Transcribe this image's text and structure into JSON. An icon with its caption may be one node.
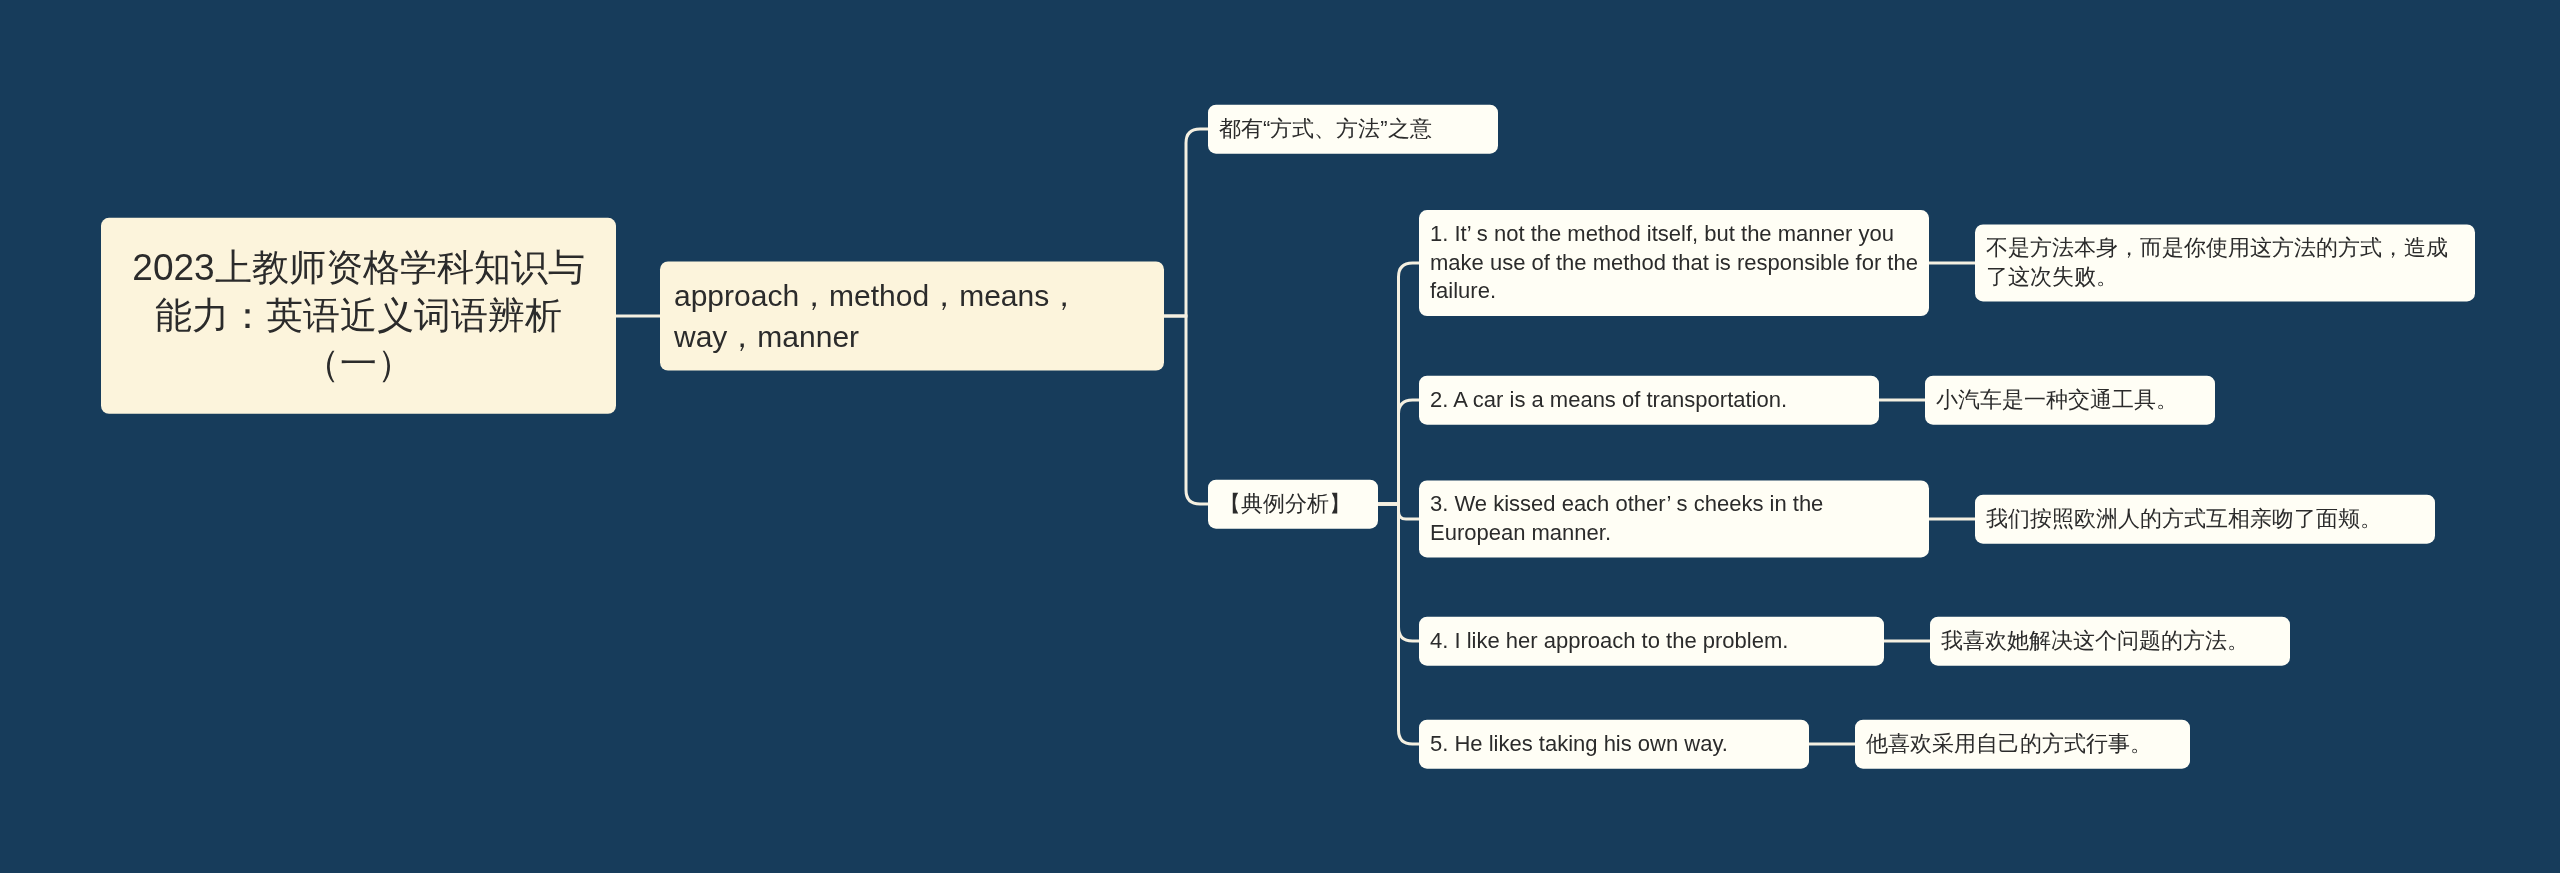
{
  "diagram": {
    "nodes": [
      {
        "text": [
          "2023上教师资格学科知识与能力：英语近义词语辨析（一）"
        ]
      },
      {
        "text": [
          "approach，method，means，way，manner"
        ]
      },
      {
        "text": [
          "都有“方式、方法”之意"
        ]
      },
      {
        "text": [
          "【典例分析】"
        ]
      },
      {
        "text": [
          "1. It’ s not the method itself, but the manner you make use of the method that is responsible for the failure."
        ]
      },
      {
        "text": [
          "不是方法本身，而是你使用这方法的方式，造成了这次失败。"
        ]
      },
      {
        "text": [
          "2. A car is a means of transportation."
        ]
      },
      {
        "text": [
          "小汽车是一种交通工具。"
        ]
      },
      {
        "text": [
          "3. We kissed each other’ s cheeks in the European manner."
        ]
      },
      {
        "text": [
          "我们按照欧洲人的方式互相亲吻了面颊。"
        ]
      },
      {
        "text": [
          "4. I like her approach to the problem."
        ]
      },
      {
        "text": [
          "我喜欢她解决这个问题的方法。"
        ]
      },
      {
        "text": [
          "5. He likes taking his own way."
        ]
      },
      {
        "text": [
          "他喜欢采用自己的方式行事。"
        ]
      }
    ],
    "edges": [
      {
        "from": 0,
        "to": 1,
        "arrow": "none"
      },
      {
        "from": 1,
        "to": 2,
        "arrow": "none"
      },
      {
        "from": 1,
        "to": 3,
        "arrow": "none"
      },
      {
        "from": 3,
        "to": 4,
        "arrow": "none"
      },
      {
        "from": 3,
        "to": 6,
        "arrow": "none"
      },
      {
        "from": 3,
        "to": 8,
        "arrow": "none"
      },
      {
        "from": 3,
        "to": 10,
        "arrow": "none"
      },
      {
        "from": 3,
        "to": 12,
        "arrow": "none"
      },
      {
        "from": 4,
        "to": 5,
        "arrow": "none"
      },
      {
        "from": 6,
        "to": 7,
        "arrow": "none"
      },
      {
        "from": 8,
        "to": 9,
        "arrow": "none"
      },
      {
        "from": 10,
        "to": 11,
        "arrow": "none"
      },
      {
        "from": 12,
        "to": 13,
        "arrow": "none"
      }
    ]
  }
}
